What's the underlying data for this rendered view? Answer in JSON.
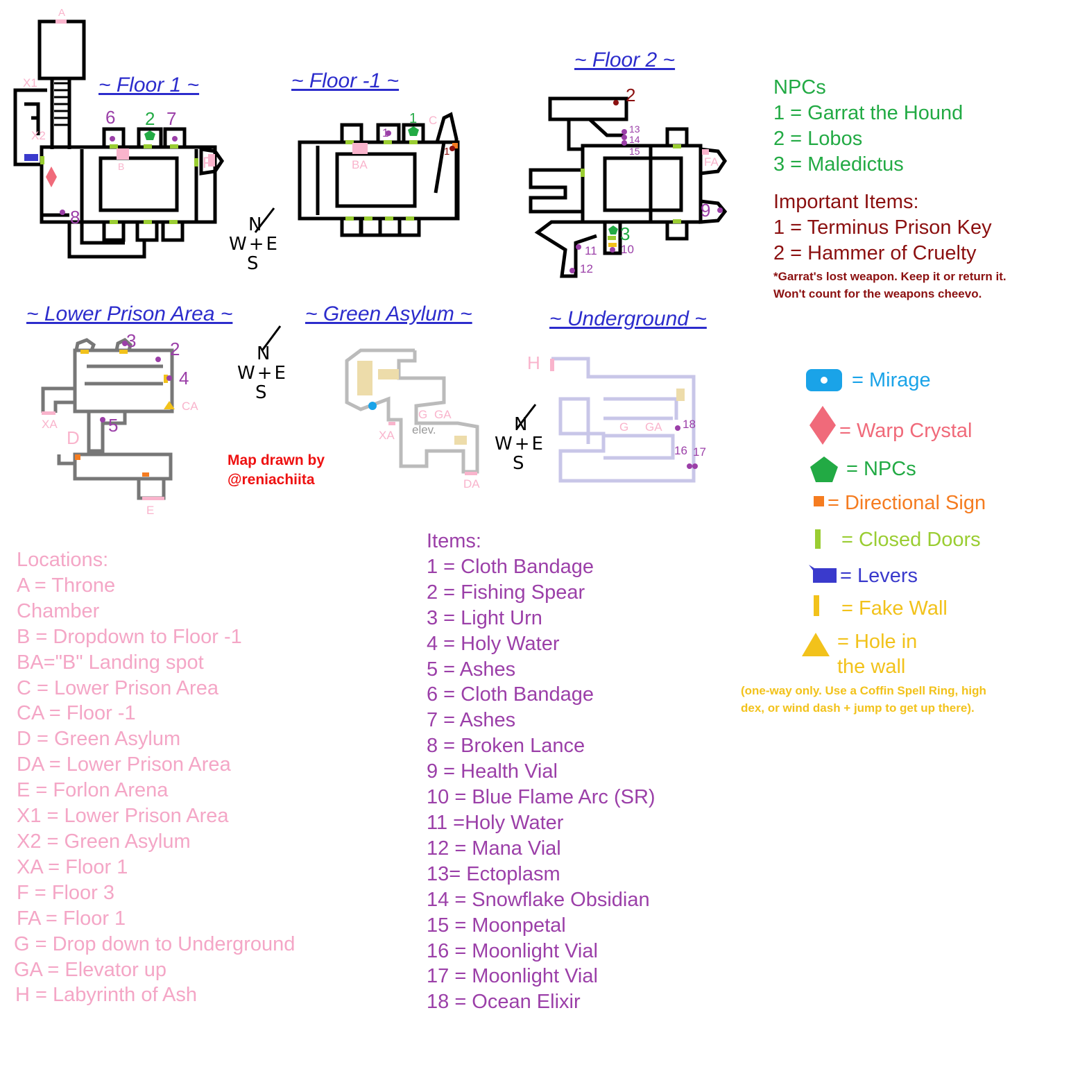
{
  "titles": {
    "floor1": "~ Floor 1 ~",
    "floor_minus1": "~ Floor -1 ~",
    "floor2": "~ Floor 2 ~",
    "lower_prison": "~ Lower Prison Area ~",
    "green_asylum": "~ Green Asylum ~",
    "underground": "~ Underground ~"
  },
  "compass": {
    "n": "N",
    "w": "W",
    "e": "E",
    "s": "S"
  },
  "credit": {
    "line1": "Map drawn by",
    "line2": "@reniachiita"
  },
  "map_labels": {
    "a": "A",
    "x1": "X1",
    "x2": "X2",
    "b": "B",
    "f": "F",
    "ba": "BA",
    "c": "C",
    "fa": "FA",
    "xa": "XA",
    "ca": "CA",
    "d": "D",
    "e": "E",
    "g": "G",
    "ga": "GA",
    "elev": "elev.",
    "da": "DA",
    "h": "H",
    "n1": "1",
    "n2": "2",
    "n3": "3",
    "n4": "4",
    "n5": "5",
    "n6": "6",
    "n7": "7",
    "n8": "8",
    "n9": "9",
    "n10": "10",
    "n11": "11",
    "n12": "12",
    "n13": "13",
    "n14": "14",
    "n15": "15",
    "n16": "16",
    "n17": "17",
    "n18": "18"
  },
  "npcs": {
    "header": "NPCs",
    "list": [
      "1 = Garrat the Hound",
      "2 = Lobos",
      "3 = Maledictus"
    ]
  },
  "important_items": {
    "header": "Important Items:",
    "list": [
      "1 = Terminus Prison Key",
      "2 = Hammer of Cruelty"
    ],
    "note1": "*Garrat's lost weapon. Keep it or return it.",
    "note2": "Won't count for the weapons cheevo."
  },
  "legend": {
    "mirage": "= Mirage",
    "warp": "= Warp Crystal",
    "npcs": "= NPCs",
    "sign": "= Directional Sign",
    "doors": "= Closed Doors",
    "levers": "= Levers",
    "fake": "= Fake Wall",
    "hole1": "= Hole in",
    "hole2": "the wall",
    "hole_note1": "(one-way only. Use a Coffin Spell Ring, high",
    "hole_note2": "dex, or wind dash + jump to get up there).",
    "colors": {
      "mirage": "#1aa3e8",
      "warp": "#f06a7a",
      "npc": "#22aa44",
      "sign": "#f57c20",
      "doors": "#9acd32",
      "levers": "#3a3acc",
      "fake": "#f2c21b"
    }
  },
  "locations": {
    "header": "Locations:",
    "list": [
      "A = Throne",
      "Chamber",
      "B = Dropdown to Floor -1",
      "BA=\"B\" Landing spot",
      "C = Lower Prison Area",
      "CA = Floor -1",
      "D = Green Asylum",
      "DA = Lower Prison Area",
      "E = Forlon Arena",
      "X1 = Lower Prison Area",
      "X2 = Green Asylum",
      "XA = Floor 1",
      "F = Floor 3",
      "FA = Floor 1",
      "G = Drop down to Underground",
      "GA = Elevator up",
      "H = Labyrinth of Ash"
    ]
  },
  "items": {
    "header": "Items:",
    "list": [
      "1 = Cloth Bandage",
      "2 = Fishing Spear",
      "3 = Light Urn",
      "4 = Holy Water",
      "5 = Ashes",
      "6 = Cloth Bandage",
      "7 = Ashes",
      "8 = Broken Lance",
      "9 = Health Vial",
      "10 = Blue Flame Arc (SR)",
      "11 =Holy Water",
      "12 = Mana Vial",
      "13= Ectoplasm",
      "14 = Snowflake Obsidian",
      "15 = Moonpetal",
      "16 = Moonlight Vial",
      "17 = Moonlight Vial",
      "18 = Ocean Elixir"
    ]
  }
}
